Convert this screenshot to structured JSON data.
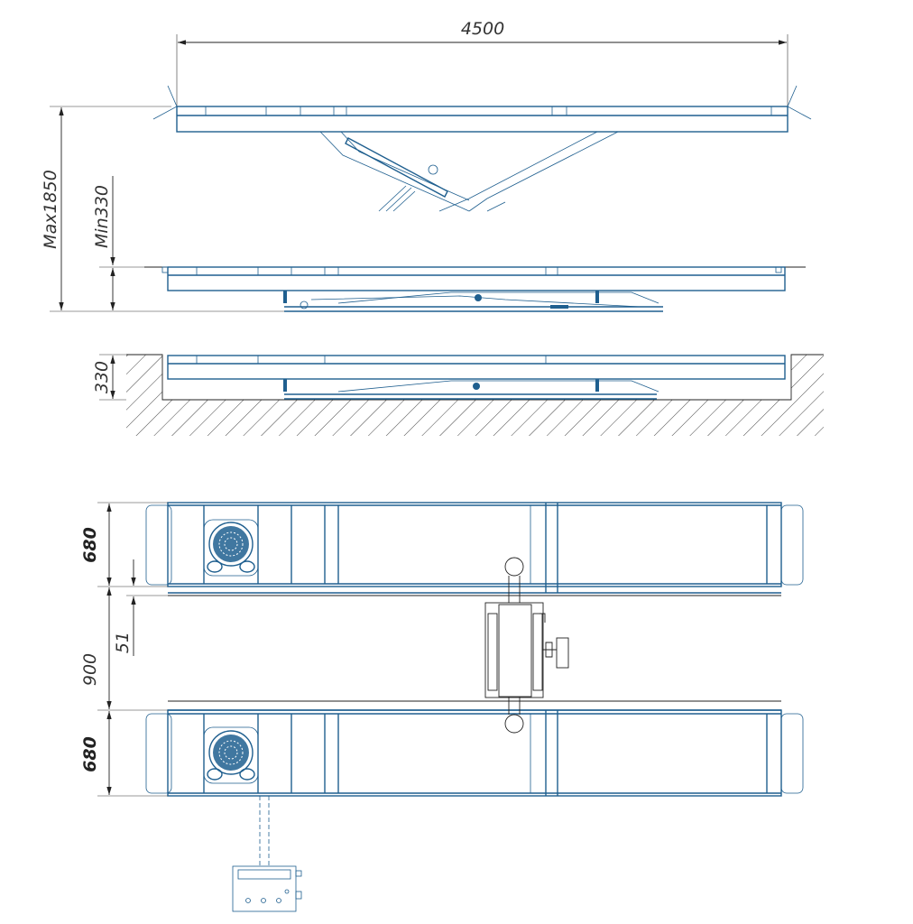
{
  "dimensions": {
    "overall_length": "4500",
    "max_height": "Max1850",
    "min_height": "Min330",
    "pit_depth": "330",
    "platform_width_top": "680",
    "gap_between_platforms": "900",
    "edge_offset": "51",
    "platform_width_bottom": "680"
  },
  "colors": {
    "drawing": "#1f5f8f",
    "dimension_lines": "#222222"
  }
}
